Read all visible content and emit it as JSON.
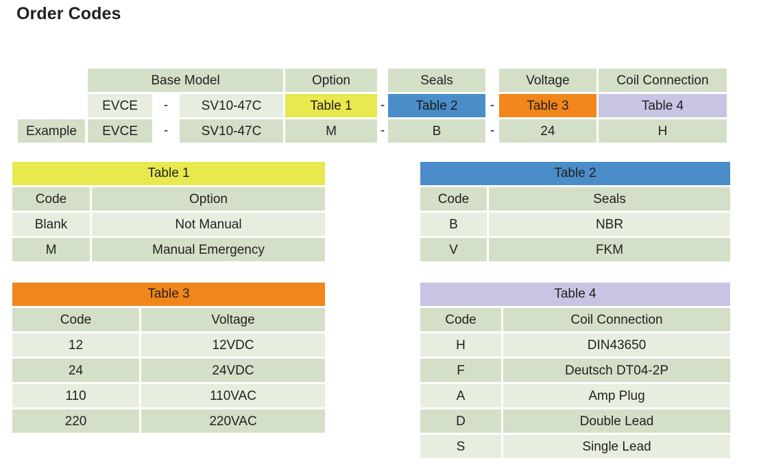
{
  "page": {
    "title": "Order Codes"
  },
  "order_code": {
    "group_headers": [
      "Base Model",
      "Option",
      "Seals",
      "Voltage",
      "Coil Connection"
    ],
    "code_row": {
      "label": "",
      "base_model_prefix": "EVCE",
      "base_model_suffix": "SV10-47C",
      "option": "Table 1",
      "seals": "Table 2",
      "voltage": "Table 3",
      "coil": "Table 4"
    },
    "example_row": {
      "label": "Example",
      "base_model_prefix": "EVCE",
      "base_model_suffix": "SV10-47C",
      "option": "M",
      "seals": "B",
      "voltage": "24",
      "coil": "H"
    },
    "separator": "-"
  },
  "tables": [
    {
      "title": "Table 1",
      "accent": "#e8e84f",
      "columns": [
        "Code",
        "Option"
      ],
      "rows": [
        [
          "Blank",
          "Not Manual"
        ],
        [
          "M",
          "Manual Emergency"
        ]
      ]
    },
    {
      "title": "Table 2",
      "accent": "#4a8dc9",
      "columns": [
        "Code",
        "Seals"
      ],
      "rows": [
        [
          "B",
          "NBR"
        ],
        [
          "V",
          "FKM"
        ]
      ]
    },
    {
      "title": "Table 3",
      "accent": "#f1861b",
      "columns": [
        "Code",
        "Voltage"
      ],
      "rows": [
        [
          "12",
          "12VDC"
        ],
        [
          "24",
          "24VDC"
        ],
        [
          "110",
          "110VAC"
        ],
        [
          "220",
          "220VAC"
        ]
      ]
    },
    {
      "title": "Table 4",
      "accent": "#c7c5e3",
      "columns": [
        "Code",
        "Coil Connection"
      ],
      "rows": [
        [
          "H",
          "DIN43650"
        ],
        [
          "F",
          "Deutsch DT04-2P"
        ],
        [
          "A",
          "Amp Plug"
        ],
        [
          "D",
          "Double Lead"
        ],
        [
          "S",
          "Single Lead"
        ]
      ]
    }
  ],
  "colors": {
    "green_dark": "#d4dfc7",
    "green_light": "#e7eee0",
    "yellow": "#e8e84f",
    "blue": "#4a8dc9",
    "orange": "#f1861b",
    "lavender": "#c7c5e3",
    "text": "#231f20"
  }
}
